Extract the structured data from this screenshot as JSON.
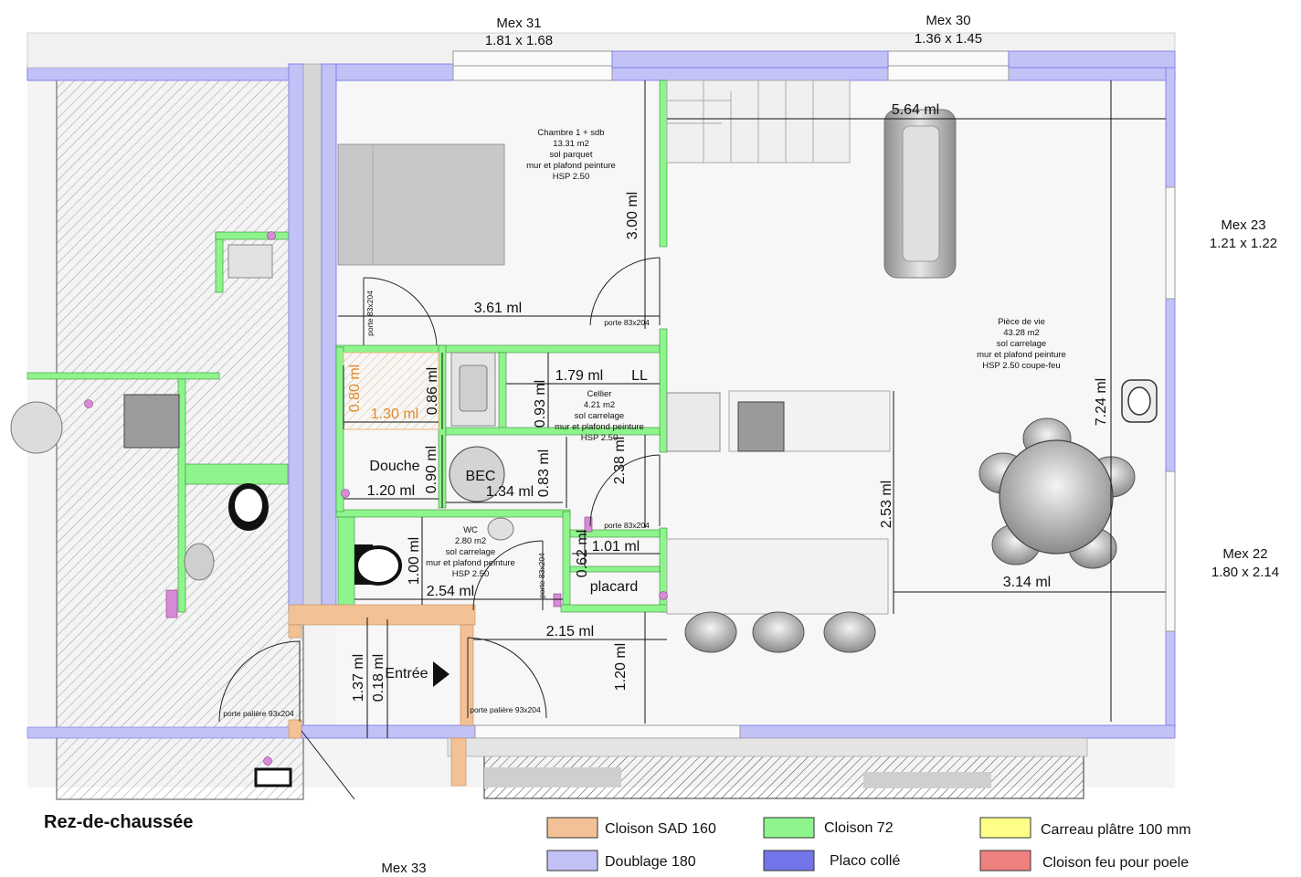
{
  "title": "Rez-de-chaussée",
  "windows": [
    {
      "name": "Mex 31",
      "size": "1.81 x 1.68"
    },
    {
      "name": "Mex 30",
      "size": "1.36 x 1.45"
    },
    {
      "name": "Mex 23",
      "size": "1.21 x 1.22"
    },
    {
      "name": "Mex 22",
      "size": "1.80 x 2.14"
    },
    {
      "name": "Mex 33",
      "size": ""
    }
  ],
  "rooms": {
    "chambre": {
      "name": "Chambre 1 + sdb",
      "area": "13.31 m2",
      "floor": "sol parquet",
      "walls": "mur et plafond peinture",
      "hsp": "HSP 2.50"
    },
    "piece_vie": {
      "name": "Pièce de vie",
      "area": "43.28 m2",
      "floor": "sol carrelage",
      "walls": "mur et plafond peinture",
      "hsp": "HSP 2.50 coupe-feu"
    },
    "cellier": {
      "name": "Cellier",
      "area": "4.21 m2",
      "floor": "sol carrelage",
      "walls": "mur et plafond peinture",
      "hsp": "HSP 2.50"
    },
    "wc": {
      "name": "WC",
      "area": "2.80 m2",
      "floor": "sol carrelage",
      "walls": "mur et plafond peinture",
      "hsp": "HSP 2.50"
    }
  },
  "labels": {
    "douche": "Douche",
    "bec": "BEC",
    "ll": "LL",
    "placard": "placard",
    "entree": "Entrée"
  },
  "doors": {
    "porte_83_a": "porte 83x204",
    "porte_83_b": "porte 83x204",
    "porte_83_c": "porte 83x204",
    "porte_83_d": "porte 83x204",
    "porte_palier_a": "porte palière 93x204",
    "porte_palier_b": "porte palière 93x204"
  },
  "dimensions": {
    "d_564": "5.64 ml",
    "d_300": "3.00 ml",
    "d_361": "3.61 ml",
    "d_724": "7.24 ml",
    "d_179": "1.79 ml",
    "d_093": "0.93 ml",
    "d_086": "0.86 ml",
    "d_080": "0.80 ml",
    "d_130": "1.30 ml",
    "d_238": "2.38 ml",
    "d_090": "0.90 ml",
    "d_120a": "1.20 ml",
    "d_134": "1.34 ml",
    "d_083": "0.83 ml",
    "d_253": "2.53 ml",
    "d_062": "0.62 ml",
    "d_101": "1.01 ml",
    "d_100": "1.00 ml",
    "d_254": "2.54 ml",
    "d_215": "2.15 ml",
    "d_314": "3.14 ml",
    "d_137": "1.37 ml",
    "d_018": "0.18 ml",
    "d_120b": "1.20 ml"
  },
  "legend": [
    {
      "label": "Cloison SAD 160",
      "color": "#f2c196"
    },
    {
      "label": "Cloison 72",
      "color": "#8ef58c"
    },
    {
      "label": "Carreau plâtre 100 mm",
      "color": "#ffff88"
    },
    {
      "label": "Doublage 180",
      "color": "#c2c2f6"
    },
    {
      "label": "Placo collé",
      "color": "#7373ea"
    },
    {
      "label": "Cloison feu pour poele",
      "color": "#ef8080"
    }
  ]
}
